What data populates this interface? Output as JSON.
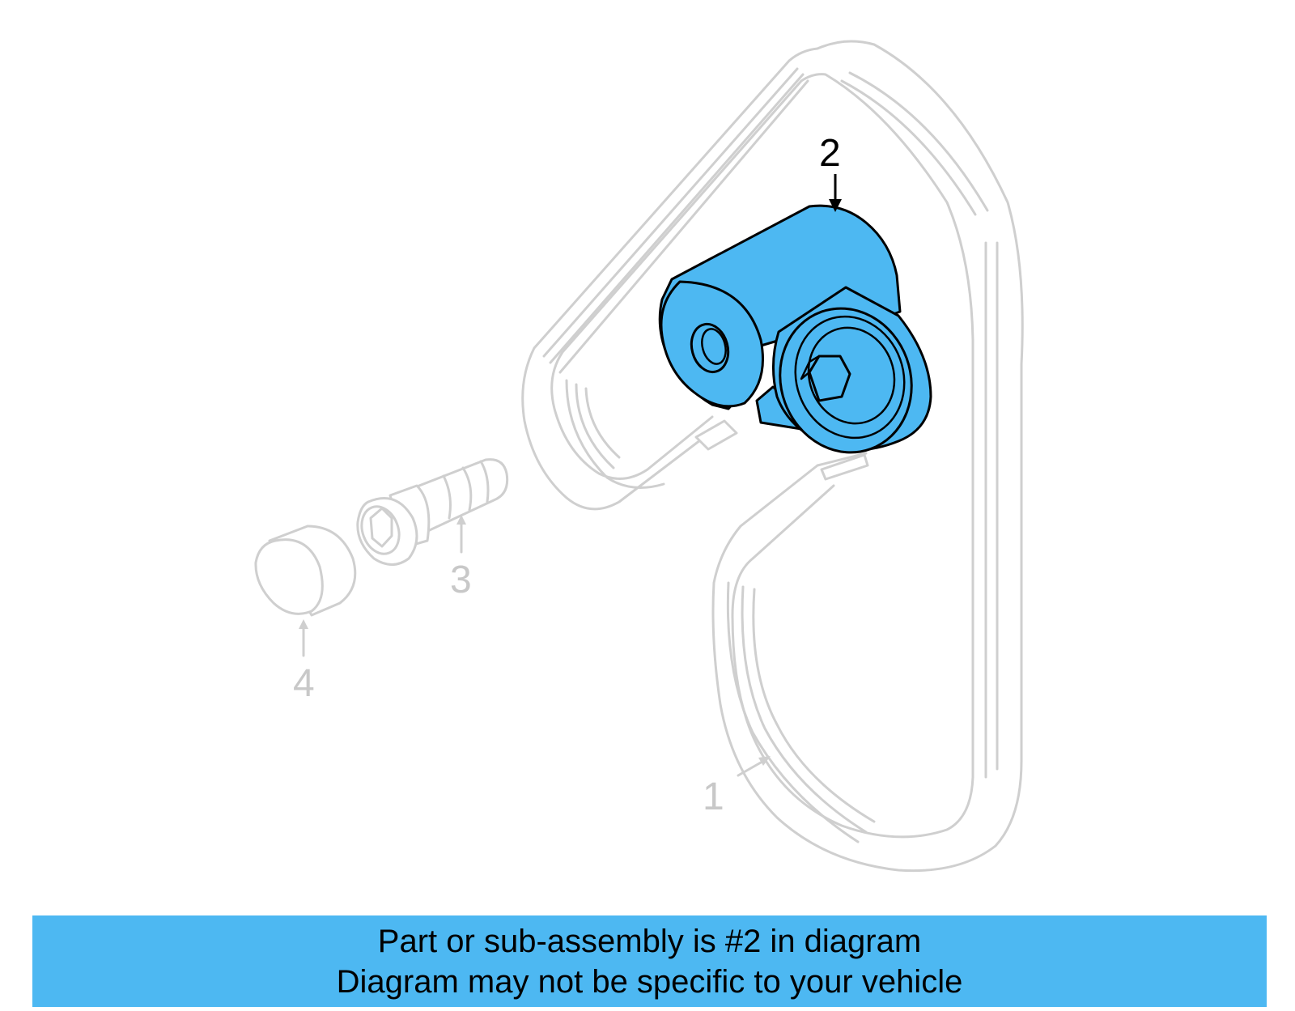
{
  "diagram": {
    "callouts": [
      {
        "id": "1",
        "label": "1",
        "highlighted": false
      },
      {
        "id": "2",
        "label": "2",
        "highlighted": true
      },
      {
        "id": "3",
        "label": "3",
        "highlighted": false
      },
      {
        "id": "4",
        "label": "4",
        "highlighted": false
      }
    ],
    "colors": {
      "highlight": "#4db8f2",
      "ghost_line": "#cfcfcf",
      "outline": "#000000"
    }
  },
  "footer": {
    "line1": "Part or sub-assembly is #2 in diagram",
    "line2": "Diagram may not be specific to your vehicle",
    "background": "#4db8f2"
  }
}
